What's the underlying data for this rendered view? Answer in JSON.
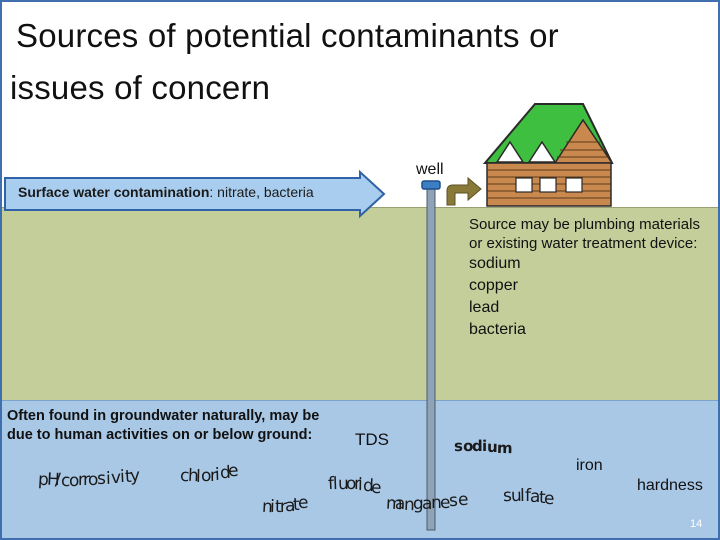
{
  "title": {
    "line1": "Sources of potential contaminants or",
    "line2": "issues of concern"
  },
  "well_label": "well",
  "surface": {
    "bold": "Surface water contamination",
    "rest": ": nitrate, bacteria"
  },
  "plumbing": {
    "intro": "Source may be plumbing materials or existing water treatment device:",
    "items": [
      "sodium",
      "copper",
      "lead",
      "bacteria"
    ]
  },
  "groundwater_note": "Often found in groundwater naturally, may be due to human activities on or below ground:",
  "contaminants": {
    "tds": "TDS",
    "sodium": "sodium",
    "iron": "iron",
    "hardness": "hardness",
    "ph_corrosivity": "pH/corrosivity",
    "chloride": "chloride",
    "fluoride": "fluoride",
    "nitrate": "nitrate",
    "manganese": "manganese",
    "sulfate": "sulfate"
  },
  "page_number": "14",
  "colors": {
    "soil": "#c3ce9a",
    "groundwater": "#a9c8e6",
    "arrow_fill": "#a9cdee",
    "arrow_stroke": "#2f62a6",
    "roof": "#3fbf3f",
    "house_wall": "#c9884e",
    "pipe_arrow": "#8a7a3a",
    "frame": "#3f6fae"
  }
}
